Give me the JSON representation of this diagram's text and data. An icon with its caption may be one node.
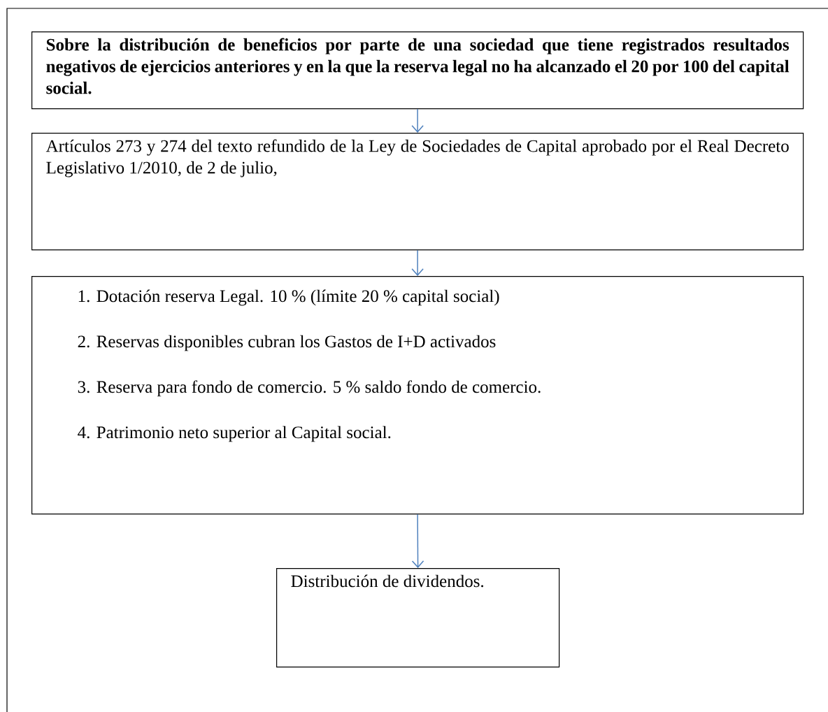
{
  "diagram": {
    "nodes": [
      {
        "text": [
          "Sobre la distribución de beneficios por parte de una sociedad que tiene registrados resultados negativos de ejercicios anteriores y en la que la reserva legal no ha alcanzado el 20 por 100 del capital social."
        ]
      },
      {
        "text": [
          "Artículos 273 y 274 del texto refundido de la Ley de Sociedades de Capital aprobado por el Real Decreto Legislativo 1/2010, de 2 de julio,"
        ]
      },
      {
        "text": [
          "1. Dotación reserva Legal. 10 % (límite 20 % capital social)",
          "2. Reservas disponibles cubran los Gastos de I+D activados",
          "3. Reserva para fondo de comercio. 5 % saldo fondo de comercio.",
          "4. Patrimonio neto superior al Capital social."
        ]
      },
      {
        "text": [
          "Distribución de dividendos."
        ]
      }
    ],
    "edges": [
      {
        "from": 0,
        "to": 1,
        "arrow": "to"
      },
      {
        "from": 1,
        "to": 2,
        "arrow": "to"
      },
      {
        "from": 2,
        "to": 3,
        "arrow": "to"
      }
    ]
  }
}
